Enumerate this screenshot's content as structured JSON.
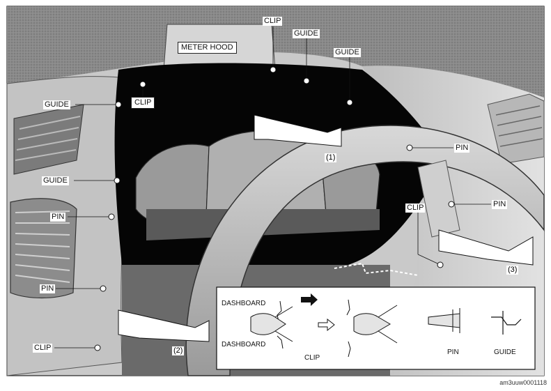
{
  "labels": {
    "meter_hood": "METER HOOD",
    "clip_top": "CLIP",
    "guide_top": "GUIDE",
    "guide_top_right": "GUIDE",
    "clip_left_upper": "CLIP",
    "guide_left_upper": "GUIDE",
    "guide_left_mid": "GUIDE",
    "pin_left_upper": "PIN",
    "pin_left_lower": "PIN",
    "clip_left_lower": "CLIP",
    "pin_wheel": "PIN",
    "pin_right": "PIN",
    "clip_right": "CLIP",
    "callout_1": "(1)",
    "callout_2": "(2)",
    "callout_3": "(3)"
  },
  "inset": {
    "dashboard_top": "DASHBOARD",
    "dashboard_bottom": "DASHBOARD",
    "clip": "CLIP",
    "pin": "PIN",
    "guide": "GUIDE"
  },
  "figure_code": "am3uuw0001118"
}
